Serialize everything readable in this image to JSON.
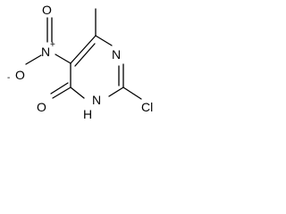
{
  "molecule": {
    "atoms": {
      "nitrogen_ring_upper": "N",
      "nitrogen_ring_lower": "N",
      "nh_hydrogen": "H",
      "chlorine": "Cl",
      "carbonyl_oxygen": "O",
      "nitro_nitrogen": "N",
      "nitro_nitrogen_charge": "+",
      "nitro_oxygen_top": "O",
      "nitro_oxygen_left": "O",
      "nitro_oxygen_left_charge": "-"
    }
  }
}
